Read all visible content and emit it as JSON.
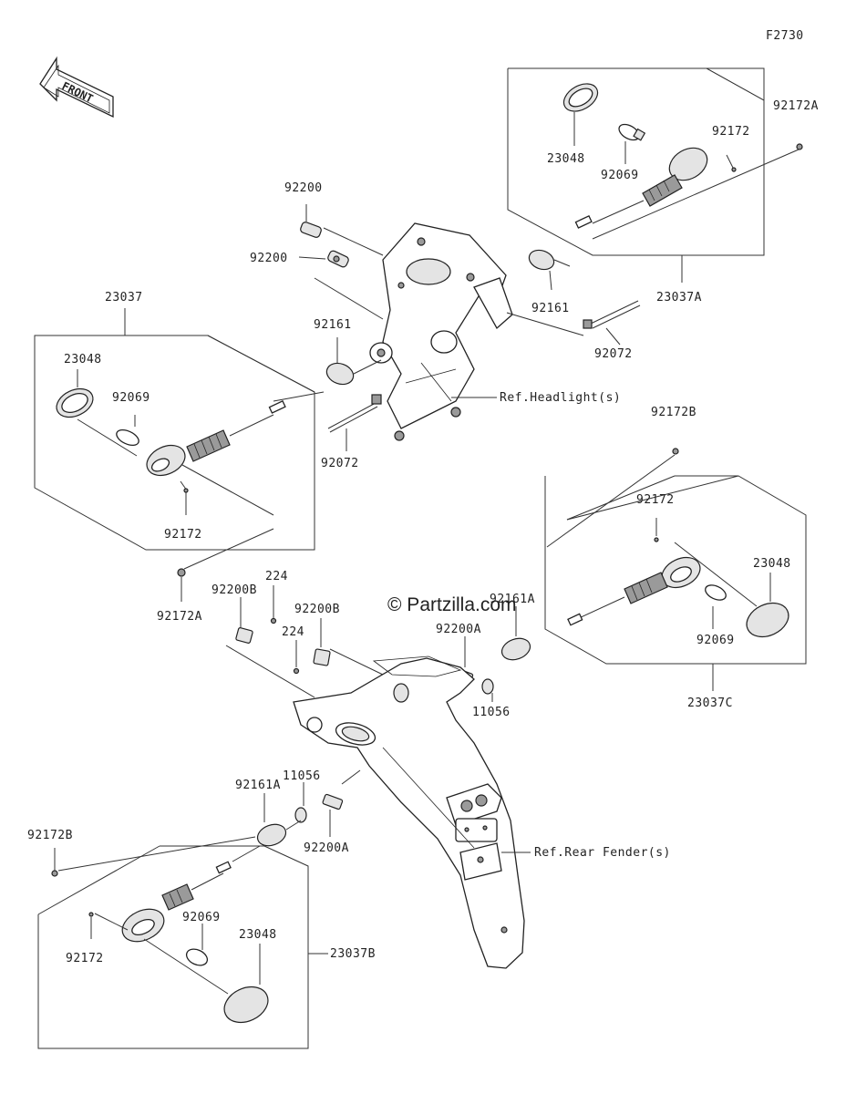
{
  "figure_code": "F2730",
  "front_arrow_text": "FRONT",
  "watermark": "© Partzilla.com",
  "refs": {
    "headlight": "Ref.Headlight(s)",
    "rear_fender": "Ref.Rear Fender(s)"
  },
  "labels": {
    "p92200_a": "92200",
    "p92200_b": "92200",
    "p92161_top": "92161",
    "p92161_left": "92161",
    "p92072_right": "92072",
    "p92072_left": "92072",
    "p23037": "23037",
    "p23048_left": "23048",
    "p92069_left": "92069",
    "p92172_left": "92172",
    "p92172A_left": "92172A",
    "p23048_tr": "23048",
    "p92069_tr": "92069",
    "p92172_tr": "92172",
    "p92172A_tr": "92172A",
    "p23037A": "23037A",
    "p92172B_mid": "92172B",
    "p92172_mr": "92172",
    "p23048_mr": "23048",
    "p92069_mr": "92069",
    "p23037C": "23037C",
    "p92161A_mid": "92161A",
    "p92200A_mid": "92200A",
    "p11056_mid": "11056",
    "p92200B_top": "92200B",
    "p224_top": "224",
    "p92200B_mid": "92200B",
    "p224_mid": "224",
    "p92161A_low": "92161A",
    "p11056_low": "11056",
    "p92200A_low": "92200A",
    "p92172B_bl": "92172B",
    "p92069_bl": "92069",
    "p23048_bl": "23048",
    "p92172_bl": "92172",
    "p23037B": "23037B"
  }
}
